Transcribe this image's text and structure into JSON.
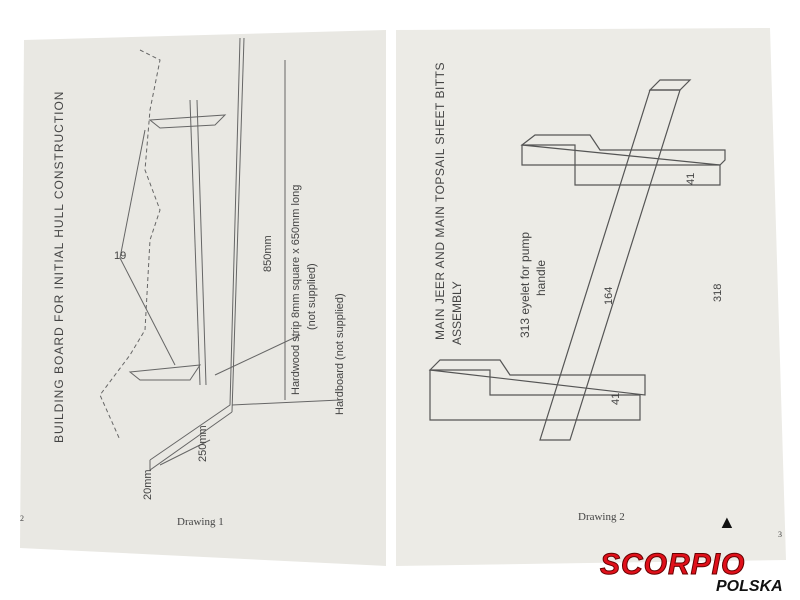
{
  "left_page": {
    "title": "BUILDING BOARD FOR INITIAL HULL CONSTRUCTION",
    "labels": {
      "part_19": "19",
      "length": "850mm",
      "strip_line1": "Hardwood strip 8mm square x 650mm long",
      "strip_line2": "(not supplied)",
      "hardboard": "Hardboard   (not supplied)",
      "width": "250mm",
      "thickness": "20mm"
    },
    "caption": "Drawing 1",
    "page_number": "2"
  },
  "right_page": {
    "title_line1": "MAIN JEER AND MAIN TOPSAIL SHEET BITTS",
    "title_line2": "ASSEMBLY",
    "labels": {
      "eyelet_line1": "313  eyelet for pump",
      "eyelet_line2": "handle",
      "part_164": "164",
      "part_318": "318",
      "part_41_top": "41",
      "part_41_bottom": "41"
    },
    "caption": "Drawing 2",
    "page_number": "3"
  },
  "watermark": {
    "brand": "SCORPIO",
    "sub": "POLSKA"
  },
  "colors": {
    "paper": "#ecebe6",
    "binding": "#c0141c",
    "line": "#555555"
  }
}
